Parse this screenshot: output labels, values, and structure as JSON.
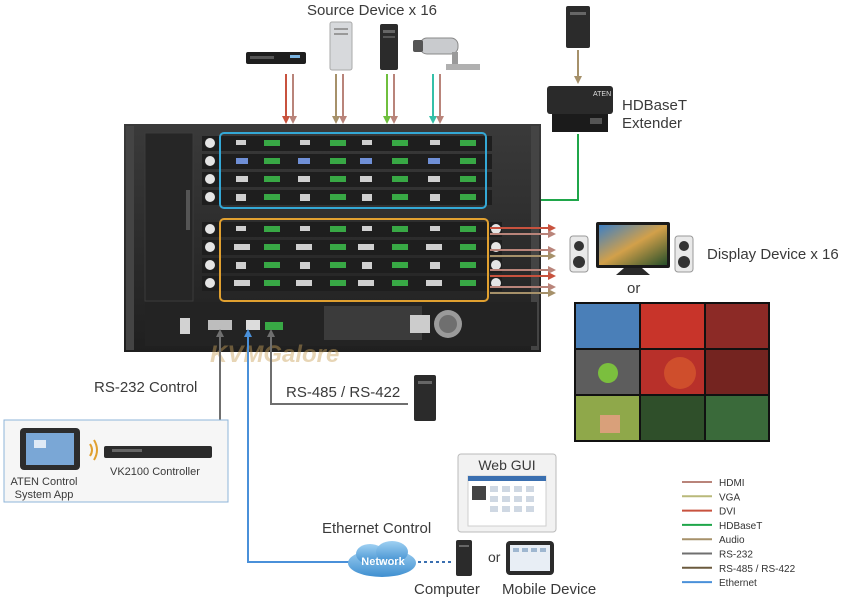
{
  "labels": {
    "source_devices": "Source Device x 16",
    "hdbaset_extender_line1": "HDBaseT",
    "hdbaset_extender_line2": "Extender",
    "display_devices": "Display Device x 16",
    "or_display": "or",
    "rs232_control": "RS-232 Control",
    "rs485_rs422": "RS-485 / RS-422",
    "aten_app_line1": "ATEN Control",
    "aten_app_line2": "System App",
    "vk2100_controller": "VK2100 Controller",
    "web_gui": "Web GUI",
    "ethernet_control": "Ethernet Control",
    "network": "Network",
    "or_mobile": "or",
    "computer": "Computer",
    "mobile_device": "Mobile Device",
    "extender_brand": "ATEN",
    "watermark": "KVMGalore"
  },
  "legend": [
    {
      "label": "HDMI",
      "color": "#b9847a"
    },
    {
      "label": "VGA",
      "color": "#b9b97a"
    },
    {
      "label": "DVI",
      "color": "#c8523e"
    },
    {
      "label": "HDBaseT",
      "color": "#1fa64a"
    },
    {
      "label": "Audio",
      "color": "#a6916a"
    },
    {
      "label": "RS-232",
      "color": "#6f6f6f"
    },
    {
      "label": "RS-485 / RS-422",
      "color": "#6b5a3e"
    },
    {
      "label": "Ethernet",
      "color": "#4a90d9"
    }
  ],
  "colors": {
    "input_highlight": "#34a8d6",
    "output_highlight": "#e0a030",
    "chassis": "#2b2b2b",
    "connector_green": "#38a845",
    "ethernet_line": "#4a90d9",
    "rs_line": "#6f6f6f"
  }
}
